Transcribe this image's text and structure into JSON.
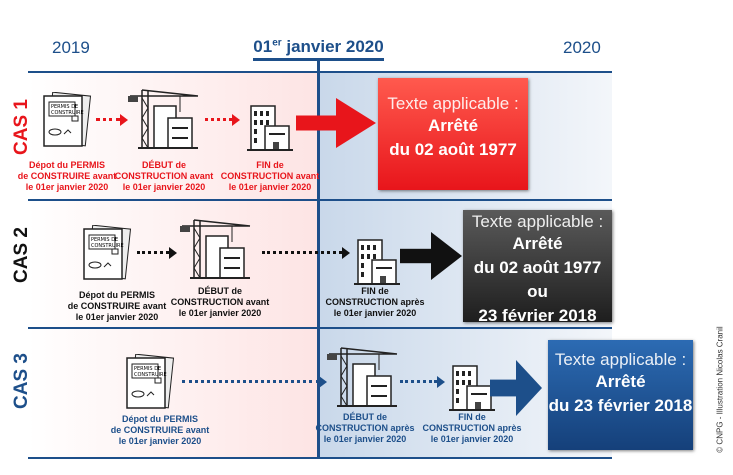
{
  "timeline": {
    "left_year": "2019",
    "center_date": "01er janvier 2020",
    "center_date_main": "01",
    "center_date_sup": "er",
    "center_date_rest": " janvier 2020",
    "right_year": "2020"
  },
  "cases": [
    {
      "label": "CAS 1",
      "color": "#e8151b",
      "steps": [
        [
          "Dépot du PERMIS",
          "de CONSTRUIRE avant",
          "le 01er janvier 2020"
        ],
        [
          "DÉBUT de",
          "CONSTRUCTION avant",
          "le 01er janvier 2020"
        ],
        [
          "FIN de",
          "CONSTRUCTION avant",
          "le 01er janvier 2020"
        ]
      ],
      "result": {
        "title": "Texte applicable :",
        "lines": [
          "Arrêté",
          "du 02 août 1977"
        ]
      }
    },
    {
      "label": "CAS 2",
      "color": "#111111",
      "steps": [
        [
          "Dépot du PERMIS",
          "de CONSTRUIRE avant",
          "le 01er janvier 2020"
        ],
        [
          "DÉBUT de",
          "CONSTRUCTION avant",
          "le 01er janvier 2020"
        ],
        [
          "FIN de",
          "CONSTRUCTION après",
          "le 01er janvier 2020"
        ]
      ],
      "result": {
        "title": "Texte applicable :",
        "lines": [
          "Arrêté",
          "du 02 août 1977",
          "ou",
          "23 février 2018"
        ]
      }
    },
    {
      "label": "CAS 3",
      "color": "#1d4f8a",
      "steps": [
        [
          "Dépot du PERMIS",
          "de CONSTRUIRE avant",
          "le 01er janvier 2020"
        ],
        [
          "DÉBUT de",
          "CONSTRUCTION après",
          "le 01er janvier 2020"
        ],
        [
          "FIN de",
          "CONSTRUCTION après",
          "le 01er janvier 2020"
        ]
      ],
      "result": {
        "title": "Texte applicable :",
        "lines": [
          "Arrêté",
          "du 23 février 2018"
        ]
      }
    }
  ],
  "credit": "© CNPG - Illustration Nicolas Cranil"
}
